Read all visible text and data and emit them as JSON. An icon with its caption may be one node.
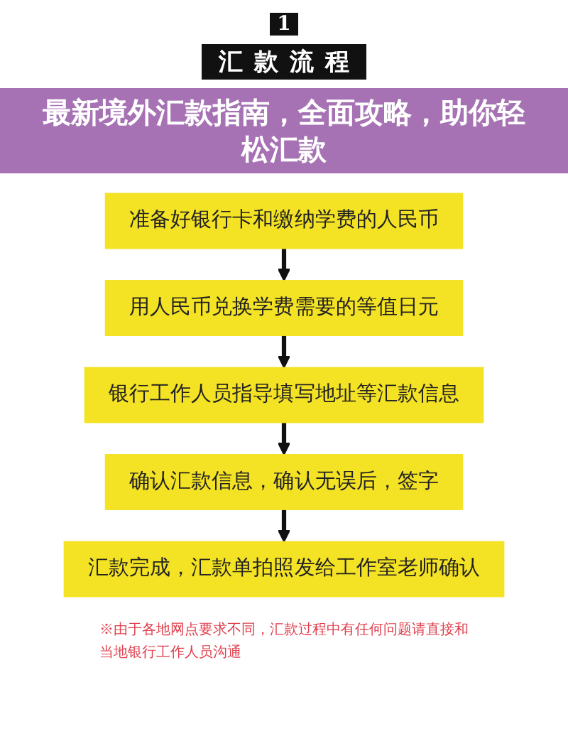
{
  "diagram": {
    "title": "最新境外汇款指南，全面攻略，助你轻松汇款",
    "nodes": [
      {
        "text": [
          "准备好银行卡和缴纳学费的人民币"
        ]
      },
      {
        "text": [
          "用人民币兑换学费需要的等值日元"
        ]
      },
      {
        "text": [
          "银行工作人员指导填写地址等汇款信息"
        ]
      },
      {
        "text": [
          "确认汇款信息，确认无误后，签字"
        ]
      },
      {
        "text": [
          "汇款完成，汇款单拍照发给工作室老师确认"
        ]
      }
    ],
    "edges": [
      {
        "from": 0,
        "to": 1,
        "arrow": "to"
      },
      {
        "from": 1,
        "to": 2,
        "arrow": "to"
      },
      {
        "from": 2,
        "to": 3,
        "arrow": "to"
      },
      {
        "from": 3,
        "to": 4,
        "arrow": "to"
      }
    ],
    "labels": [
      "1",
      "汇款流程",
      "※由于各地网点要求不同，汇款过程中有任何问题请直接和当地银行工作人员沟通"
    ]
  }
}
